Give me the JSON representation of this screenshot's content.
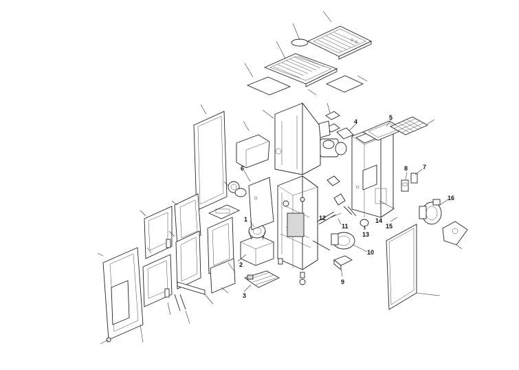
{
  "callouts": [
    {
      "id": "c1",
      "label": "1"
    },
    {
      "id": "c2",
      "label": "2"
    },
    {
      "id": "c3",
      "label": "3"
    },
    {
      "id": "c4",
      "label": "4"
    },
    {
      "id": "c5",
      "label": "5"
    },
    {
      "id": "c6",
      "label": "6"
    },
    {
      "id": "c7",
      "label": "7"
    },
    {
      "id": "c8",
      "label": "8"
    },
    {
      "id": "c9",
      "label": "9"
    },
    {
      "id": "c10",
      "label": "10"
    },
    {
      "id": "c11",
      "label": "11"
    },
    {
      "id": "c12",
      "label": "12"
    },
    {
      "id": "c13",
      "label": "13"
    },
    {
      "id": "c14",
      "label": "14"
    },
    {
      "id": "c15",
      "label": "15"
    },
    {
      "id": "c16",
      "label": "16"
    }
  ]
}
